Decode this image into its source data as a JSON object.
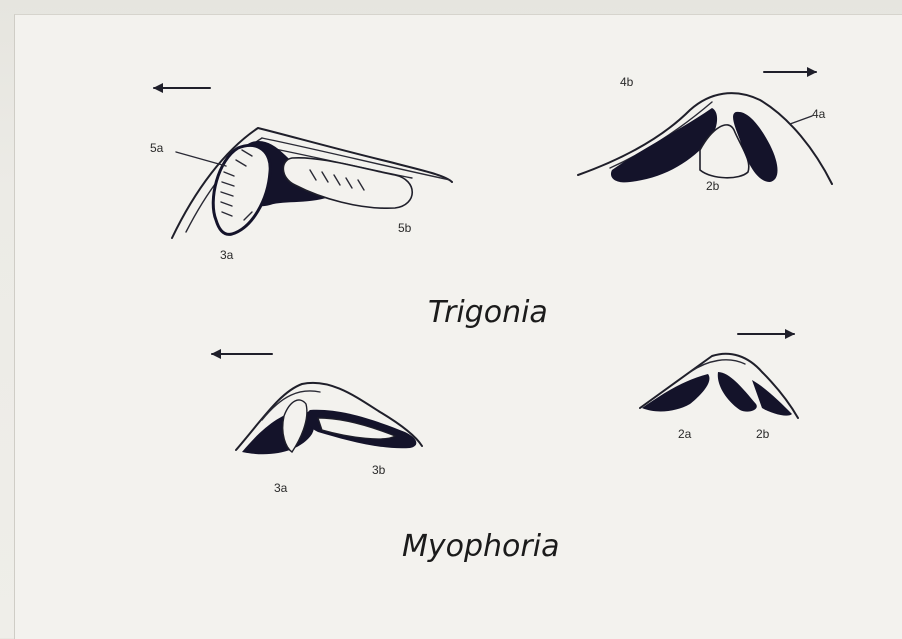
{
  "genera": {
    "trigonia": "Trigonia",
    "myophoria": "Myophoria"
  },
  "labels": {
    "trigonia_left_5a": "5a",
    "trigonia_left_3a": "3a",
    "trigonia_left_5b": "5b",
    "trigonia_right_4b": "4b",
    "trigonia_right_4a": "4a",
    "trigonia_right_2b": "2b",
    "myophoria_left_3a": "3a",
    "myophoria_left_3b": "3b",
    "myophoria_right_2a": "2a",
    "myophoria_right_2b": "2b"
  },
  "arrows": [
    "left",
    "right",
    "left",
    "right"
  ]
}
